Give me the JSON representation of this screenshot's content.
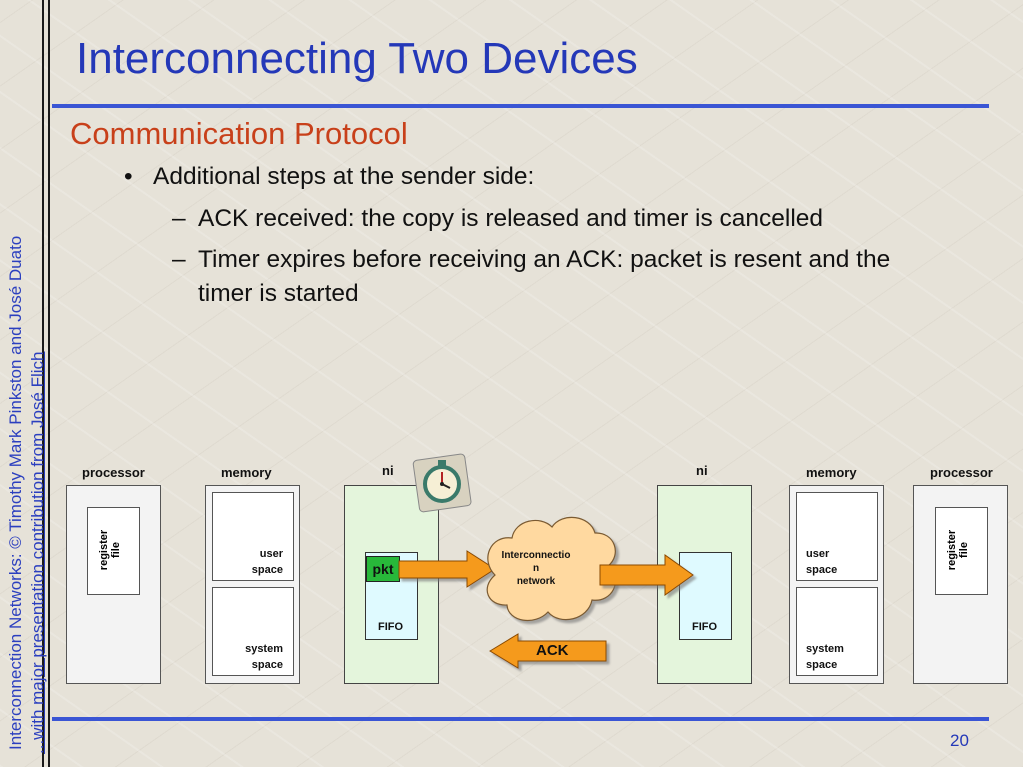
{
  "slide": {
    "title": "Interconnecting Two Devices",
    "subtitle": "Communication Protocol",
    "bullet": "Additional steps at the sender side:",
    "sub_bullets": [
      "ACK received: the copy is released and timer is cancelled",
      "Timer expires before receiving an ACK: packet is resent and the",
      "timer is started"
    ],
    "dash": "–",
    "bullet_marker": "•",
    "side_credit_1": "Interconnection Networks: © Timothy Mark Pinkston and José Duato",
    "side_credit_2": "...with major presentation contribution from José Flich",
    "page_number": "20"
  },
  "diagram": {
    "left": {
      "processor": "processor",
      "memory": "memory",
      "ni": "ni",
      "register_file": [
        "register",
        "file"
      ],
      "user_space": [
        "user",
        "space"
      ],
      "system_space": [
        "system",
        "space"
      ],
      "pkt": "pkt",
      "fifo": "FIFO"
    },
    "right": {
      "processor": "processor",
      "memory": "memory",
      "ni": "ni",
      "register_file": [
        "register",
        "file"
      ],
      "user_space": [
        "user",
        "space"
      ],
      "system_space": [
        "system",
        "space"
      ],
      "fifo": "FIFO"
    },
    "network": [
      "Interconnectio",
      "n",
      "network"
    ],
    "ack": "ACK",
    "timer_icon": "stopwatch-icon"
  },
  "colors": {
    "title": "#2438b8",
    "subtitle": "#c8401a",
    "arrow": "#f59a1e",
    "cloud": "#ffd9a0",
    "pkt": "#28b83a"
  }
}
